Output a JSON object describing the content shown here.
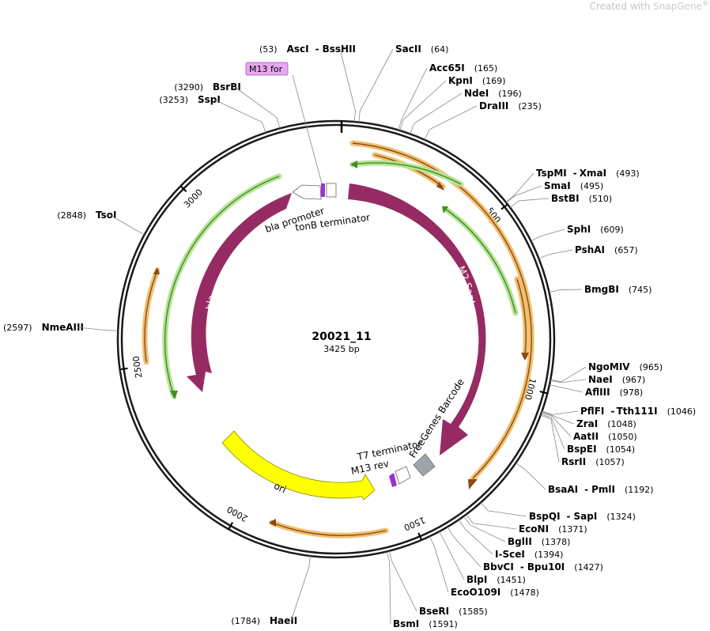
{
  "watermark": {
    "prefix": "Created with ",
    "brand": "SnapGene",
    "mark": "®"
  },
  "plasmid": {
    "name": "20021_11",
    "length_label": "3425 bp",
    "length": 3425
  },
  "colors": {
    "backbone": "#1a1a1a",
    "orange_outline": "#f0c070",
    "orange_line": "#8b4a10",
    "green_outline": "#b7e39a",
    "green_line": "#3f8f1f",
    "cds": "#962b63",
    "ori": "#ffff00",
    "barcode": "#9ea4ab",
    "primer": "#e8a8f0",
    "primer_bar": "#9933cc"
  },
  "ticks": [
    {
      "bp": 500,
      "label": "500"
    },
    {
      "bp": 1000,
      "label": "1000"
    },
    {
      "bp": 1500,
      "label": "1500"
    },
    {
      "bp": 2000,
      "label": "2000"
    },
    {
      "bp": 2500,
      "label": "2500"
    },
    {
      "bp": 3000,
      "label": "3000"
    }
  ],
  "sites": [
    {
      "name": "AscI",
      "name2": "BssHII",
      "pos": "(53)",
      "bp": 53,
      "side": "left"
    },
    {
      "name": "SacII",
      "pos": "(64)",
      "bp": 64,
      "side": "right"
    },
    {
      "name": "Acc65I",
      "pos": "(165)",
      "bp": 165,
      "side": "right"
    },
    {
      "name": "KpnI",
      "pos": "(169)",
      "bp": 169,
      "side": "right"
    },
    {
      "name": "NdeI",
      "pos": "(196)",
      "bp": 196,
      "side": "right"
    },
    {
      "name": "DraIII",
      "pos": "(235)",
      "bp": 235,
      "side": "right"
    },
    {
      "name": "TspMI",
      "name2": "XmaI",
      "pos": "(493)",
      "bp": 493,
      "side": "right"
    },
    {
      "name": "SmaI",
      "pos": "(495)",
      "bp": 495,
      "side": "right"
    },
    {
      "name": "BstBI",
      "pos": "(510)",
      "bp": 510,
      "side": "right"
    },
    {
      "name": "SphI",
      "pos": "(609)",
      "bp": 609,
      "side": "right"
    },
    {
      "name": "PshAI",
      "pos": "(657)",
      "bp": 657,
      "side": "right"
    },
    {
      "name": "BmgBI",
      "pos": "(745)",
      "bp": 745,
      "side": "right"
    },
    {
      "name": "NgoMIV",
      "pos": "(965)",
      "bp": 965,
      "side": "right"
    },
    {
      "name": "NaeI",
      "pos": "(967)",
      "bp": 967,
      "side": "right"
    },
    {
      "name": "AflIII",
      "pos": "(978)",
      "bp": 978,
      "side": "right"
    },
    {
      "name": "PflFI",
      "name2": "Tth111I",
      "pos": "(1046)",
      "bp": 1046,
      "side": "right"
    },
    {
      "name": "ZraI",
      "pos": "(1048)",
      "bp": 1048,
      "side": "right"
    },
    {
      "name": "AatII",
      "pos": "(1050)",
      "bp": 1050,
      "side": "right"
    },
    {
      "name": "BspEI",
      "pos": "(1054)",
      "bp": 1054,
      "side": "right"
    },
    {
      "name": "RsrII",
      "pos": "(1057)",
      "bp": 1057,
      "side": "right"
    },
    {
      "name": "BsaAI",
      "name2": "PmlI",
      "pos": "(1192)",
      "bp": 1192,
      "side": "right"
    },
    {
      "name": "BspQI",
      "name2": "SapI",
      "pos": "(1324)",
      "bp": 1324,
      "side": "right"
    },
    {
      "name": "EcoNI",
      "pos": "(1371)",
      "bp": 1371,
      "side": "right"
    },
    {
      "name": "BglII",
      "pos": "(1378)",
      "bp": 1378,
      "side": "right"
    },
    {
      "name": "I-SceI",
      "pos": "(1394)",
      "bp": 1394,
      "side": "right"
    },
    {
      "name": "BbvCI",
      "name2": "Bpu10I",
      "pos": "(1427)",
      "bp": 1427,
      "side": "right"
    },
    {
      "name": "BlpI",
      "pos": "(1451)",
      "bp": 1451,
      "side": "right"
    },
    {
      "name": "EcoO109I",
      "pos": "(1478)",
      "bp": 1478,
      "side": "right"
    },
    {
      "name": "BseRI",
      "pos": "(1585)",
      "bp": 1585,
      "side": "right"
    },
    {
      "name": "BsmI",
      "pos": "(1591)",
      "bp": 1591,
      "side": "right"
    },
    {
      "name": "HaeII",
      "pos": "(1784)",
      "bp": 1784,
      "side": "left"
    },
    {
      "name": "NmeAIII",
      "pos": "(2597)",
      "bp": 2597,
      "side": "left"
    },
    {
      "name": "TsoI",
      "pos": "(2848)",
      "bp": 2848,
      "side": "left"
    },
    {
      "name": "SspI",
      "pos": "(3253)",
      "bp": 3253,
      "side": "left"
    },
    {
      "name": "BsrBI",
      "pos": "(3290)",
      "bp": 3290,
      "side": "left"
    }
  ],
  "features": [
    {
      "name": "M2.SapI",
      "type": "cds"
    },
    {
      "name": "bla",
      "type": "cds"
    },
    {
      "name": "ori",
      "type": "ori"
    },
    {
      "name": "FreeGenes Barcode",
      "type": "barcode"
    },
    {
      "name": "T7 terminator",
      "type": "terminator"
    },
    {
      "name": "M13 rev",
      "type": "primer"
    },
    {
      "name": "bla promoter",
      "type": "promoter"
    },
    {
      "name": "tonB terminator",
      "type": "terminator"
    }
  ],
  "primers": [
    {
      "name": "M13 for"
    }
  ]
}
